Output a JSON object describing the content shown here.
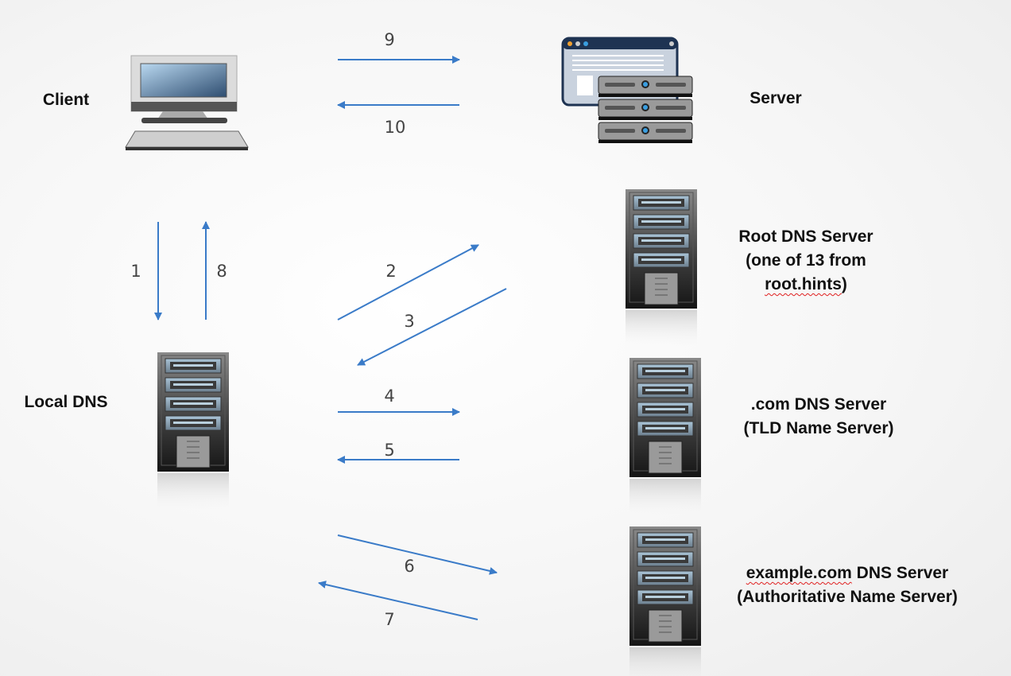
{
  "nodes": {
    "client": "Client",
    "server": "Server",
    "local_dns": "Local DNS",
    "root": {
      "line1": "Root DNS Server",
      "line2": "(one of 13 from",
      "line3_word": "root.hints",
      "line3_tail": ")"
    },
    "tld": {
      "line1": ".com DNS Server",
      "line2": "(TLD Name Server)"
    },
    "auth": {
      "line1_word": "example.com",
      "line1_tail": " DNS Server",
      "line2": "(Authoritative Name Server)"
    }
  },
  "steps": [
    "1",
    "2",
    "3",
    "4",
    "5",
    "6",
    "7",
    "8",
    "9",
    "10"
  ],
  "colors": {
    "arrow": "#3a7bc8",
    "squiggle": "#e02020"
  }
}
